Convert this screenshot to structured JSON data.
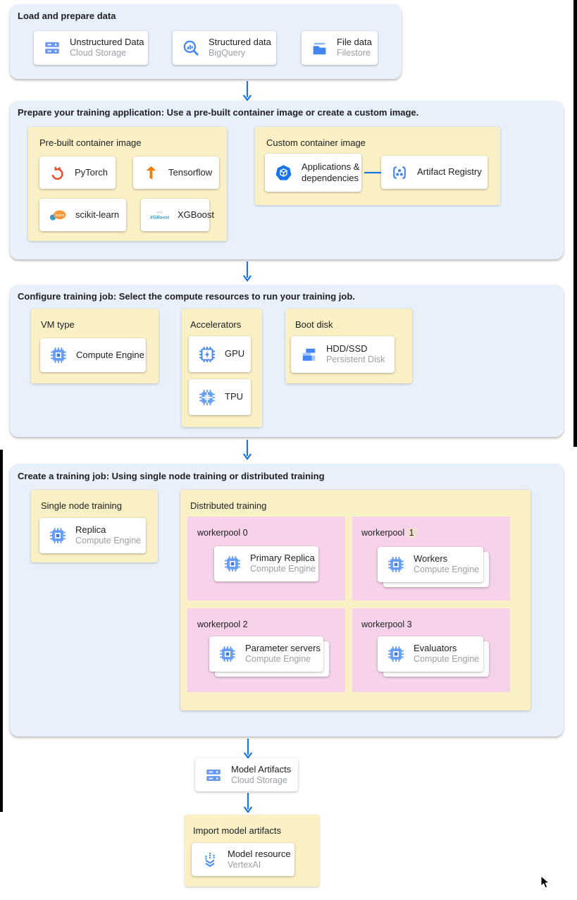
{
  "colors": {
    "section_bg": "#E8F0FB",
    "yellow_bg": "#FAF0C5",
    "pink_bg": "#F6D2EB",
    "arrow_blue": "#1A73E8",
    "card_title": "#202124",
    "card_subtitle": "#9AA0A6",
    "badge_bg": "#F2DECE",
    "icon_blue": "#4285F4",
    "pytorch_orange": "#EE4C2C",
    "tensorflow_orange": "#F57C00"
  },
  "load": {
    "title": "Load and prepare data",
    "cards": [
      {
        "title": "Unstructured Data",
        "subtitle": "Cloud Storage",
        "icon": "cloud-storage-icon"
      },
      {
        "title": "Structured data",
        "subtitle": "BigQuery",
        "icon": "bigquery-icon"
      },
      {
        "title": "File data",
        "subtitle": "Filestore",
        "icon": "filestore-icon"
      }
    ]
  },
  "prepare": {
    "title": "Prepare your training application: Use a pre-built container image or create a custom image.",
    "prebuilt": {
      "label": "Pre-built container image",
      "cards": [
        {
          "title": "PyTorch",
          "icon": "pytorch-icon"
        },
        {
          "title": "Tensorflow",
          "icon": "tensorflow-icon"
        },
        {
          "title": "scikit-learn",
          "icon": "scikit-learn-icon",
          "logo_text": "learn"
        },
        {
          "title": "XGBoost",
          "icon": "xgboost-icon",
          "logo_text": "XGBoost"
        }
      ]
    },
    "custom": {
      "label": "Custom container image",
      "source_card": {
        "title": "Applications & dependencies",
        "icon": "applications-icon"
      },
      "target_card": {
        "title": "Artifact Registry",
        "icon": "artifact-registry-icon"
      }
    }
  },
  "configure": {
    "title": "Configure training job: Select the compute resources to run your training job.",
    "vm_type": {
      "label": "VM type",
      "card": {
        "title": "Compute Engine",
        "icon": "compute-engine-icon"
      }
    },
    "accelerators": {
      "label": "Accelerators",
      "cards": [
        {
          "title": "GPU",
          "icon": "gpu-icon"
        },
        {
          "title": "TPU",
          "icon": "tpu-icon"
        }
      ]
    },
    "boot_disk": {
      "label": "Boot disk",
      "card": {
        "title": "HDD/SSD",
        "subtitle": "Persistent Disk",
        "icon": "persistent-disk-icon"
      }
    }
  },
  "create": {
    "title": "Create a training job: Using single node training or distributed training",
    "single_node": {
      "label": "Single node training",
      "card": {
        "title": "Replica",
        "subtitle": "Compute Engine",
        "icon": "compute-engine-icon"
      }
    },
    "distributed": {
      "label": "Distributed training",
      "workerpools": [
        {
          "label": "workerpool 0",
          "card": {
            "title": "Primary Replica",
            "subtitle": "Compute Engine",
            "icon": "compute-engine-icon"
          }
        },
        {
          "label": "workerpool",
          "badge": "1",
          "card": {
            "title": "Workers",
            "subtitle": "Compute Engine",
            "icon": "compute-engine-icon"
          }
        },
        {
          "label": "workerpool 2",
          "card": {
            "title": "Parameter servers",
            "subtitle": "Compute Engine",
            "icon": "compute-engine-icon"
          }
        },
        {
          "label": "workerpool 3",
          "card": {
            "title": "Evaluators",
            "subtitle": "Compute Engine",
            "icon": "compute-engine-icon"
          }
        }
      ]
    }
  },
  "model_artifacts": {
    "title": "Model Artifacts",
    "subtitle": "Cloud Storage",
    "icon": "cloud-storage-icon"
  },
  "import_model": {
    "label": "Import model artifacts",
    "card": {
      "title": "Model resource",
      "subtitle": "VertexAI",
      "icon": "vertex-ai-icon"
    }
  }
}
